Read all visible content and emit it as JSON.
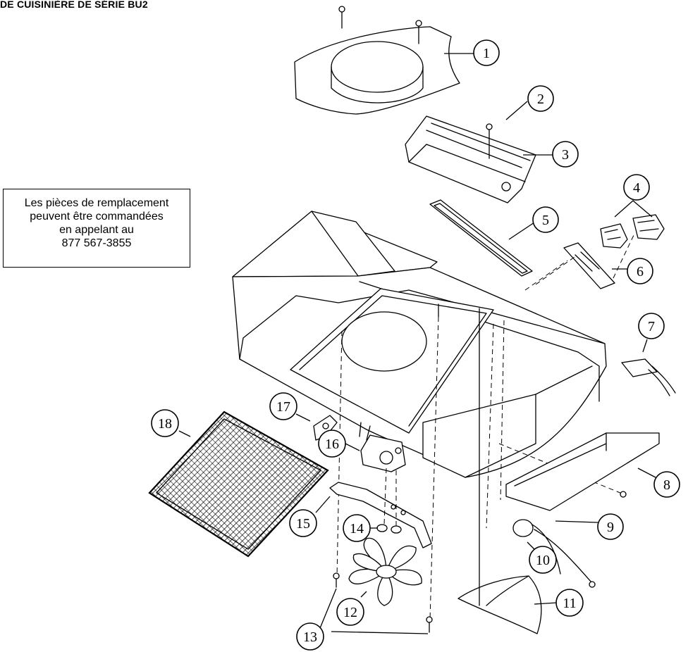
{
  "header": {
    "title": "DE CUISINIÈRE DE SÉRIE BU2"
  },
  "notice": {
    "lines": [
      "Les pièces de remplacement",
      "peuvent être commandées",
      "en appelant au",
      "877 567-3855"
    ]
  },
  "callouts": [
    "1",
    "2",
    "3",
    "4",
    "5",
    "6",
    "7",
    "8",
    "9",
    "10",
    "11",
    "12",
    "13",
    "14",
    "15",
    "16",
    "17",
    "18"
  ]
}
